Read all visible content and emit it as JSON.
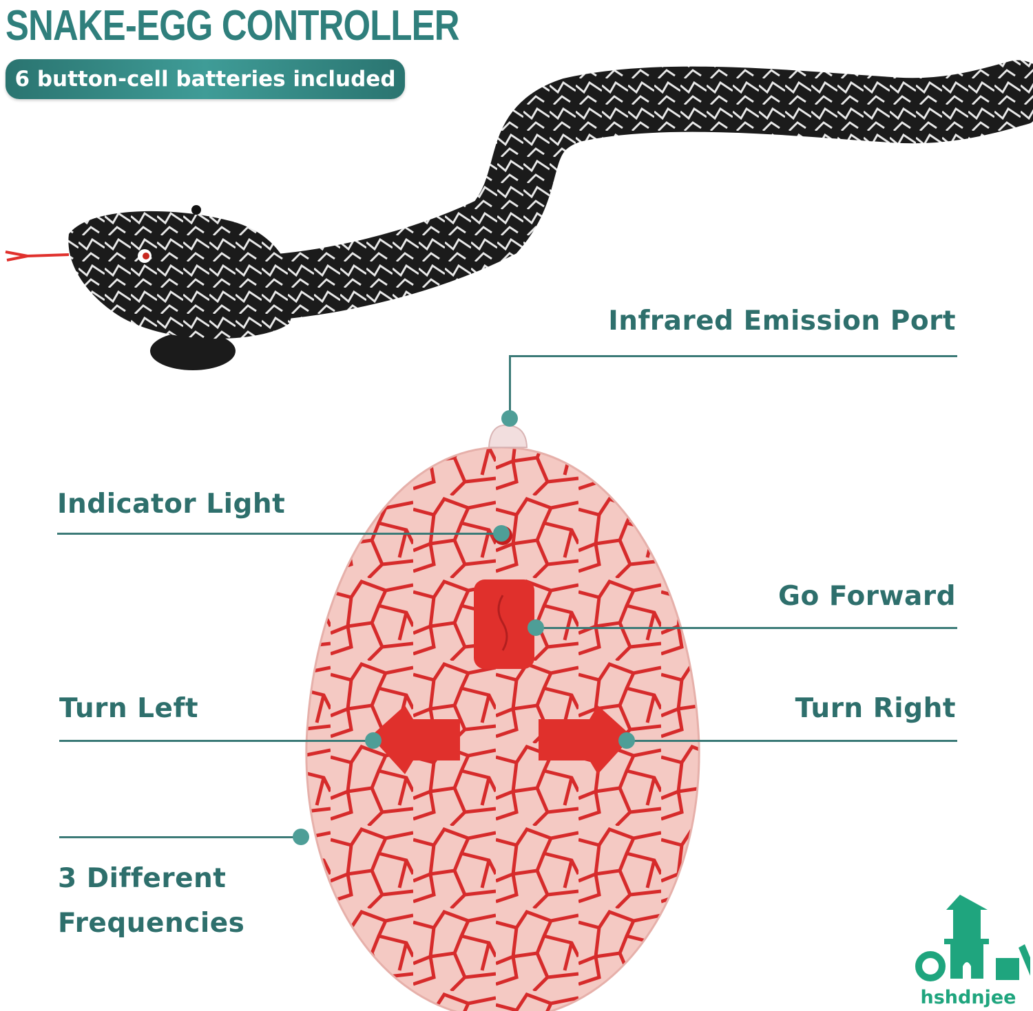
{
  "header": {
    "title": "SNAKE-EGG CONTROLLER",
    "badge": "6 button-cell batteries included"
  },
  "callouts": {
    "infrared": "Infrared Emission Port",
    "indicator": "Indicator Light",
    "forward": "Go Forward",
    "left": "Turn Left",
    "right": "Turn Right",
    "frequencies_line1": "3 Different",
    "frequencies_line2": "Frequencies"
  },
  "brand": {
    "name": "hshdnjee",
    "color": "#1fa57e"
  },
  "colors": {
    "accent": "#2f7f7c",
    "egg": "#f4c9c3",
    "cracks": "#d62b2b",
    "buttons": "#e0302c"
  }
}
